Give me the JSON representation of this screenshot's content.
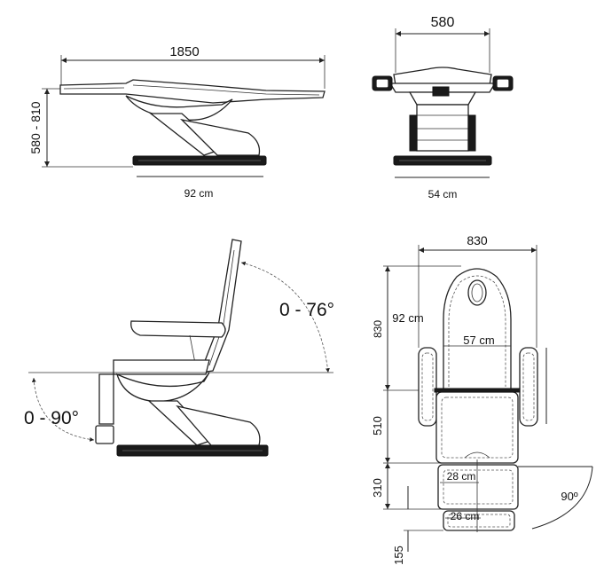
{
  "side_view": {
    "length_label": "1850",
    "height_label": "580 - 810",
    "base_label": "92 cm"
  },
  "front_view": {
    "width_label": "580",
    "base_label": "54 cm"
  },
  "angle_view": {
    "back_angle_label": "0 - 76°",
    "leg_angle_label": "0 - 90°"
  },
  "top_view": {
    "overall_width_label": "830",
    "back_length_label": "830",
    "head_width_label": "92 cm",
    "back_width_label": "57 cm",
    "seat_length_label": "510",
    "leg_length_label": "310",
    "leg_width_label": "28 cm",
    "foot_width_label": "26 cm",
    "foot_length_label": "155",
    "rotation_label": "90º"
  }
}
